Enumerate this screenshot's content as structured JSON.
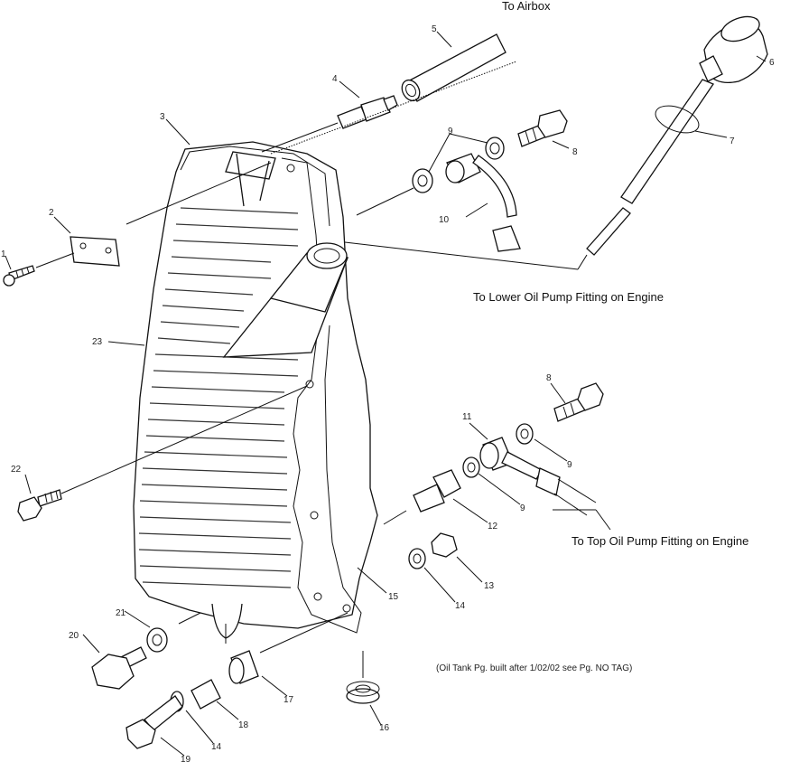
{
  "captions": {
    "airbox": "To Airbox",
    "lower_pump": "To Lower Oil Pump Fitting on Engine",
    "top_pump": "To Top Oil Pump Fitting on Engine",
    "note": "(Oil Tank Pg. built after 1/02/02 see Pg. NO TAG)"
  },
  "callouts": {
    "c1": "1",
    "c2": "2",
    "c3": "3",
    "c4": "4",
    "c5": "5",
    "c6": "6",
    "c7": "7",
    "c8a": "8",
    "c8b": "8",
    "c9a": "9",
    "c9b": "9",
    "c9c": "9",
    "c10": "10",
    "c11": "11",
    "c12": "12",
    "c13": "13",
    "c14a": "14",
    "c14b": "14",
    "c15": "15",
    "c16": "16",
    "c17": "17",
    "c18": "18",
    "c19": "19",
    "c20": "20",
    "c21": "21",
    "c22": "22",
    "c23": "23"
  }
}
